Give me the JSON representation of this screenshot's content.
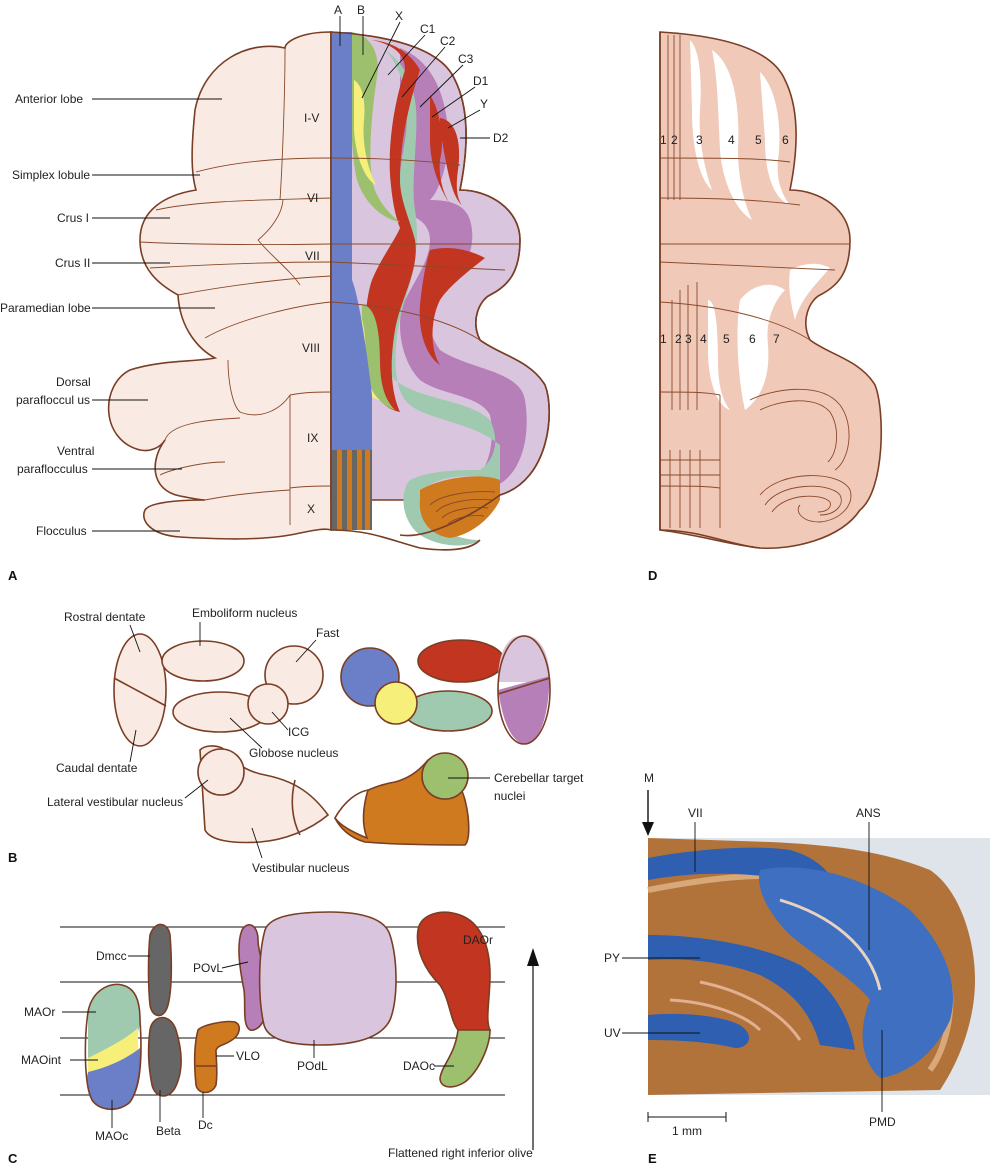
{
  "panels": {
    "A": "A",
    "B": "B",
    "C": "C",
    "D": "D",
    "E": "E"
  },
  "panel_a": {
    "left_labels": [
      "Anterior  lobe",
      "Simplex lobule",
      "Crus I",
      "Crus II",
      "Paramedian lobe",
      "Dorsal",
      "parafloccul us",
      "Ventral",
      "paraflocculus",
      "Flocculus"
    ],
    "lobules": [
      "I-V",
      "VI",
      "VII",
      "VIII",
      "IX",
      "X"
    ],
    "zones": [
      "A",
      "B",
      "X",
      "C1",
      "C2",
      "C3",
      "D1",
      "Y",
      "D2"
    ]
  },
  "panel_d": {
    "upper_numbers": [
      "1",
      "2",
      "3",
      "4",
      "5",
      "6"
    ],
    "lower_numbers": [
      "1",
      "2",
      "3",
      "4",
      "5",
      "6",
      "7"
    ]
  },
  "panel_b": {
    "labels": [
      "Rostral dentate",
      "Emboliform nucleus",
      "Fast",
      "ICG",
      "Globose nucleus",
      "Caudal dentate",
      "Lateral vestibular nucleus",
      "Vestibular nucleus",
      "Cerebellar target",
      "nuclei"
    ]
  },
  "panel_c": {
    "labels": [
      "Dmcc",
      "POvL",
      "DAOr",
      "MAOr",
      "MAOint",
      "VLO",
      "POdL",
      "DAOc",
      "MAOc",
      "Beta",
      "Dc",
      "Flattened right inferior olive"
    ]
  },
  "panel_e": {
    "labels": [
      "M",
      "VII",
      "ANS",
      "PY",
      "UV",
      "PMD",
      "1 mm"
    ]
  },
  "colors": {
    "pale": "#f9ebe4",
    "pink": "#f0c9b9",
    "A_blue": "#6a7fc7",
    "B_green": "#9cc06e",
    "X_yellow": "#f6ef7a",
    "C1_red": "#c23520",
    "C2_teal": "#9fcab0",
    "C3_purple": "#b77fb8",
    "D_lavender": "#d9c6de",
    "orange": "#d07a1f",
    "grey": "#666666",
    "brown": "#7a3e24"
  }
}
